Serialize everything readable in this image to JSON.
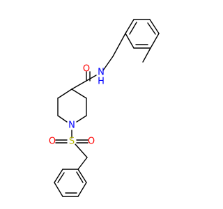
{
  "colors": {
    "carbon_bond": "#000000",
    "oxygen": "#ff0000",
    "nitrogen": "#0000ff",
    "sulfur": "#b8b800",
    "background": "#ffffff"
  },
  "atoms": {
    "amide_oxygen": "O",
    "amide_nitrogen": "N",
    "amide_hydrogen": "H",
    "ring_nitrogen": "N",
    "sulfur": "S",
    "sulfonyl_oxygen_left": "O",
    "sulfonyl_oxygen_right": "O"
  }
}
